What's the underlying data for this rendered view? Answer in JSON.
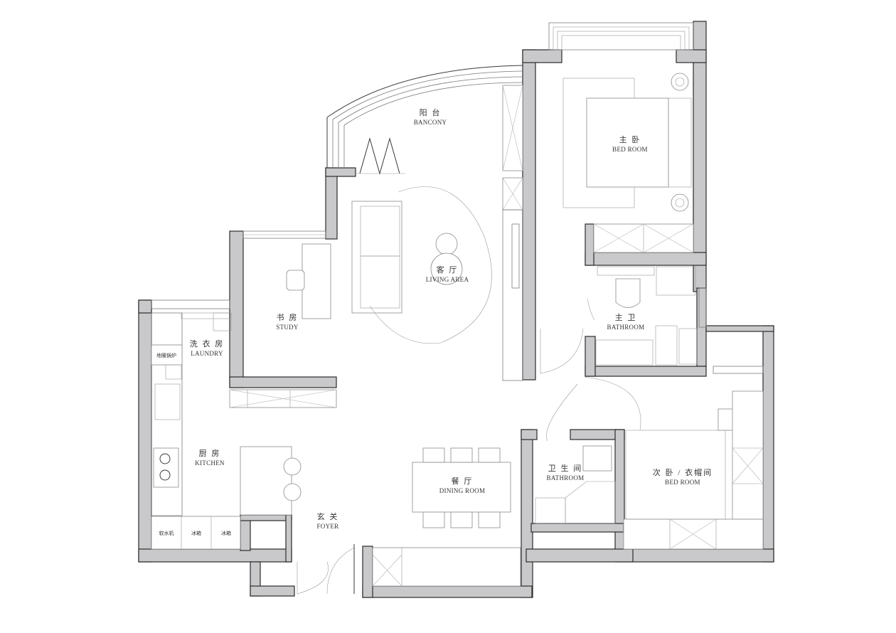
{
  "rooms": {
    "balcony": {
      "zh": "阳 台",
      "en": "BANCONY"
    },
    "master_bedroom": {
      "zh": "主 卧",
      "en": "BED ROOM"
    },
    "living": {
      "zh": "客 厅",
      "en": "LIVING AREA"
    },
    "study": {
      "zh": "书 房",
      "en": "STUDY"
    },
    "master_bath": {
      "zh": "主 卫",
      "en": "BATHROOM"
    },
    "laundry": {
      "zh": "洗 衣 房",
      "en": "LAUNDRY"
    },
    "kitchen": {
      "zh": "厨 房",
      "en": "KITCHEN"
    },
    "dining": {
      "zh": "餐 厅",
      "en": "DINING ROOM"
    },
    "bath": {
      "zh": "卫 生 间",
      "en": "BATHROOM"
    },
    "second_bedroom": {
      "zh": "次 卧 / 衣帽间",
      "en": "BED ROOM"
    },
    "foyer": {
      "zh": "玄 关",
      "en": "FOYER"
    }
  },
  "appliances": {
    "boiler": "地暖锅炉",
    "water_softener": "软水机",
    "fridge_1": "冰箱",
    "fridge_2": "冰箱"
  }
}
